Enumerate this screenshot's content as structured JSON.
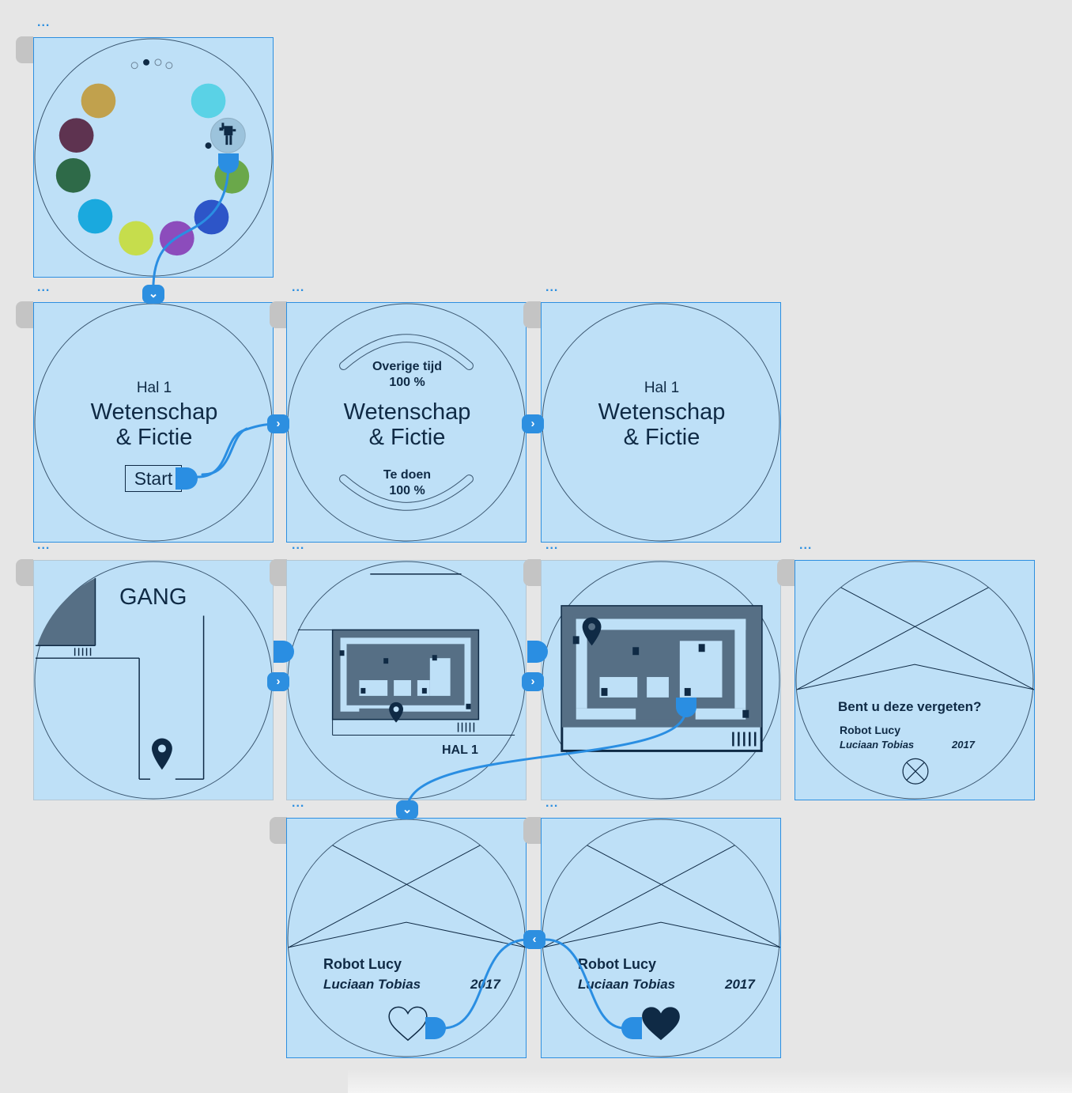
{
  "screen_selector": {
    "page_dots": [
      "inactive",
      "active",
      "inactive",
      "inactive"
    ],
    "colors": [
      "#c1a14d",
      "#5ad2e6",
      "#5e3350",
      "#2e6a48",
      "#6aa84a",
      "#1aa9de",
      "#c6dd4c",
      "#8c4cbc",
      "#2d55c8"
    ]
  },
  "hall_start": {
    "hall_label": "Hal 1",
    "title_line1": "Wetenschap",
    "title_line2": "& Fictie",
    "start_button": "Start"
  },
  "hall_progress": {
    "top_label": "Overige tijd",
    "top_value": "100 %",
    "title_line1": "Wetenschap",
    "title_line2": "& Fictie",
    "bottom_label": "Te doen",
    "bottom_value": "100 %"
  },
  "hall_plain": {
    "hall_label": "Hal 1",
    "title_line1": "Wetenschap",
    "title_line2": "& Fictie"
  },
  "gang_map": {
    "title": "GANG"
  },
  "hall_map": {
    "label": "HAL 1"
  },
  "forgotten": {
    "question": "Bent u deze vergeten?",
    "item_name": "Robot Lucy",
    "maker": "Luciaan Tobias",
    "year": "2017"
  },
  "detail_unliked": {
    "item_name": "Robot Lucy",
    "maker": "Luciaan Tobias",
    "year": "2017"
  },
  "detail_liked": {
    "item_name": "Robot Lucy",
    "maker": "Luciaan Tobias",
    "year": "2017"
  },
  "more_dots": "..."
}
